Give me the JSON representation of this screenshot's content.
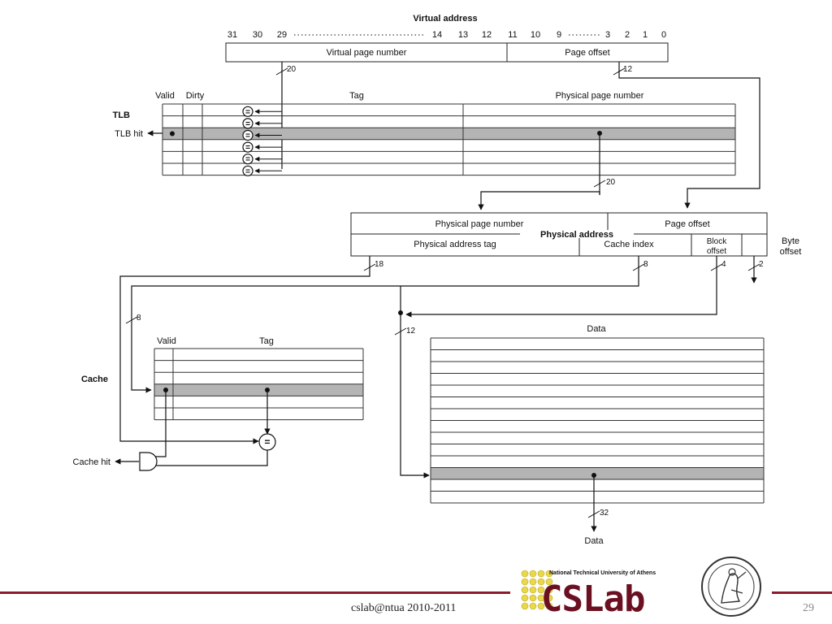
{
  "diagram": {
    "virtual_address": {
      "title": "Virtual address",
      "bits": [
        "31",
        "30",
        "29",
        "14",
        "13",
        "12",
        "11",
        "10",
        "9",
        "3",
        "2",
        "1",
        "0"
      ],
      "page_number_label": "Virtual page number",
      "page_offset_label": "Page offset"
    },
    "tlb": {
      "label": "TLB",
      "hit_label": "TLB hit",
      "headers": [
        "Valid",
        "Dirty",
        "Tag",
        "Physical page number"
      ],
      "compare_symbol": "="
    },
    "physical_address": {
      "title": "Physical address",
      "page_number_label": "Physical page number",
      "page_offset_label": "Page offset",
      "tag_label": "Physical address tag",
      "cache_index_label": "Cache index",
      "block_offset_label": [
        "Block",
        "offset"
      ],
      "byte_offset_label": [
        "Byte",
        "offset"
      ]
    },
    "cache": {
      "label": "Cache",
      "headers": [
        "Valid",
        "Tag"
      ],
      "hit_label": "Cache hit",
      "compare_symbol": "=",
      "data_label": "Data",
      "output_label": "Data"
    },
    "widths": {
      "vpn": "20",
      "offset": "12",
      "ppn": "20",
      "tag": "18",
      "index": "8",
      "block": "4",
      "byte": "2",
      "cache_index_left": "8",
      "data_index": "12",
      "data_out": "32"
    }
  },
  "footer": {
    "text": "cslab@ntua 2010-2011",
    "page_number": "29",
    "logo_text": "CSLab",
    "university": "National Technical University of Athens"
  },
  "colors": {
    "highlight_row": "#b4b4b4",
    "footer_line": "#8b1a2b",
    "logo_dots": "#e8d84a",
    "logo_text": "#6b1020"
  }
}
